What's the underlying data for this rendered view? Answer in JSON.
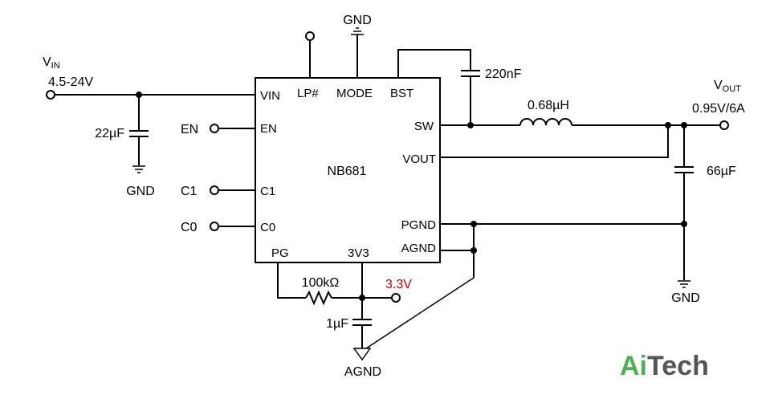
{
  "chip": {
    "name": "NB681",
    "pins": {
      "vin": "VIN",
      "lp": "LP#",
      "mode": "MODE",
      "bst": "BST",
      "en": "EN",
      "sw": "SW",
      "vout": "VOUT",
      "c1": "C1",
      "c0": "C0",
      "pgnd": "PGND",
      "agnd": "AGND",
      "pg": "PG",
      "v3v3": "3V3"
    }
  },
  "input": {
    "label_main": "V",
    "label_sub": "IN",
    "range": "4.5-24V"
  },
  "output": {
    "label_main": "V",
    "label_sub": "OUT",
    "spec": "0.95V/6A"
  },
  "components": {
    "cin": "22µF",
    "cbst": "220nF",
    "inductor": "0.68µH",
    "cout": "66µF",
    "rpg": "100kΩ",
    "c3v3": "1µF"
  },
  "nets": {
    "gnd_top": "GND",
    "gnd_left": "GND",
    "gnd_right": "GND",
    "agnd": "AGND",
    "en": "EN",
    "c1": "C1",
    "c0": "C0",
    "v33": "3.3V"
  },
  "colors": {
    "v33": "#c00000",
    "logo_ai": "#4caf50",
    "logo_tech": "#555555"
  },
  "logo": {
    "part1": "Ai",
    "part2": "Tech"
  }
}
